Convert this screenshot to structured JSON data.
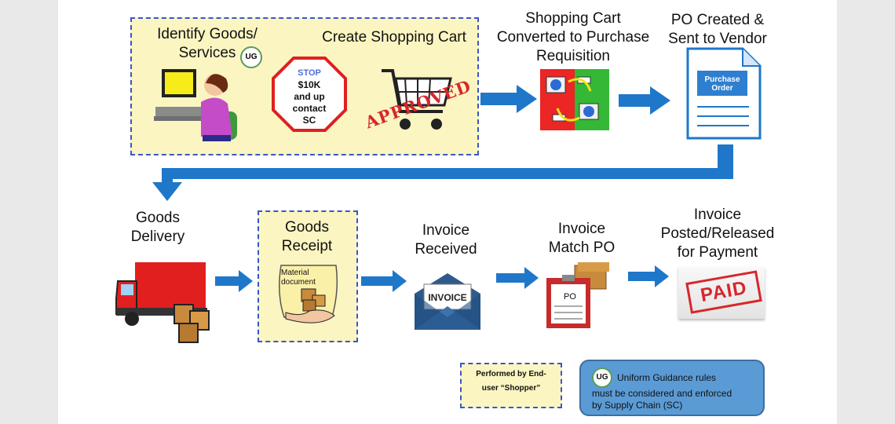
{
  "steps": {
    "identify": [
      "Identify Goods/",
      "Services"
    ],
    "create_cart": "Create Shopping Cart",
    "cart_converted": [
      "Shopping Cart",
      "Converted to Purchase",
      "Requisition"
    ],
    "po_created": [
      "PO Created &",
      "Sent to Vendor"
    ],
    "goods_delivery": [
      "Goods",
      "Delivery"
    ],
    "goods_receipt": [
      "Goods",
      "Receipt"
    ],
    "invoice_received": [
      "Invoice",
      "Received"
    ],
    "invoice_match": [
      "Invoice",
      "Match PO"
    ],
    "invoice_posted": [
      "Invoice",
      "Posted/Released",
      "for Payment"
    ]
  },
  "badges": {
    "ug": "UG"
  },
  "stop_sign": {
    "word": "STOP",
    "lines": [
      "$10K",
      "and up",
      "contact",
      "SC"
    ]
  },
  "stamps": {
    "approved": "APPROVED",
    "paid": "PAID",
    "invoice": "INVOICE",
    "po": "PO"
  },
  "documents": {
    "purchase_order": [
      "Purchase",
      "Order"
    ],
    "material_document": [
      "Material",
      "document"
    ]
  },
  "legend": {
    "shopper": [
      "Performed by End-",
      "user “Shopper”"
    ],
    "ug_note": [
      "Uniform Guidance rules",
      "must be considered and enforced",
      "by Supply Chain (SC)"
    ]
  },
  "colors": {
    "arrow": "#1f77c9",
    "dashed_border": "#3a56c9",
    "yellow_fill": "#fbf5c2",
    "legend_blue": "#5b9bd5"
  }
}
